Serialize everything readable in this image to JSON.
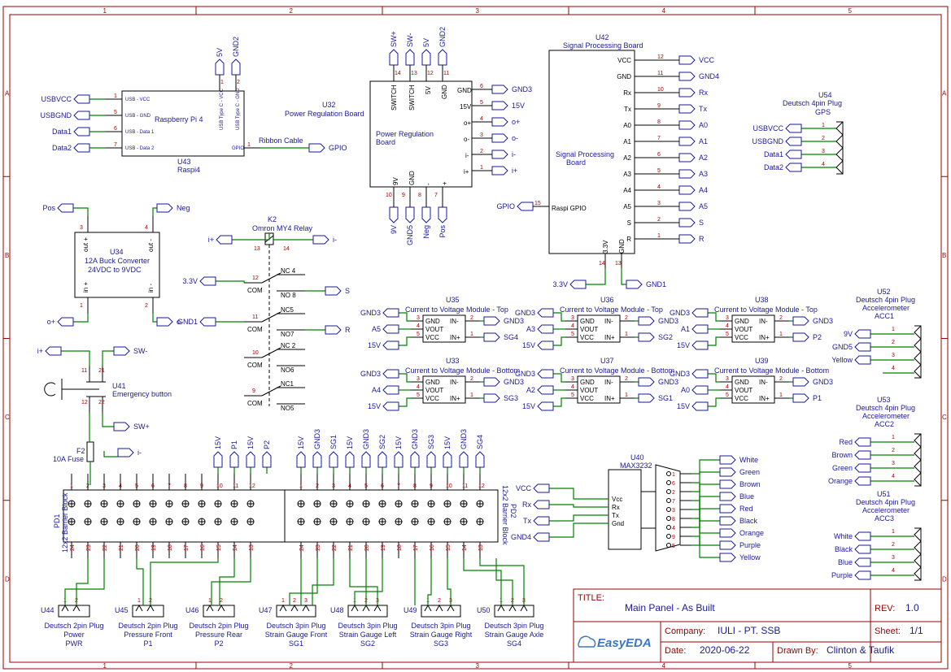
{
  "frame": {
    "col_labels": [
      "1",
      "2",
      "3",
      "4",
      "5"
    ],
    "row_labels": [
      "A",
      "B",
      "C",
      "D"
    ]
  },
  "title_block": {
    "title_label": "TITLE:",
    "title": "Main Panel - As Built",
    "rev_label": "REV:",
    "rev": "1.0",
    "company_label": "Company:",
    "company": "IULI - PT. SSB",
    "sheet_label": "Sheet:",
    "sheet": "1/1",
    "date_label": "Date:",
    "date": "2020-06-22",
    "drawn_label": "Drawn By:",
    "drawn": "Clinton & Taufik",
    "brand": "EasyEDA"
  },
  "components": {
    "u43": {
      "ref": "U43",
      "value": "Raspi4",
      "name": "Raspberry Pi 4",
      "pins_left": [
        "USB - VCC",
        "USB - GND",
        "USB - Data 1",
        "USB - Data 2"
      ],
      "pins_top": [
        "USB Type C - VCC",
        "USB Type C - GND"
      ],
      "gpio": "GPIO",
      "nets_left": [
        "USBVCC",
        "USBGND",
        "Data1",
        "Data2"
      ],
      "nets_top": [
        "5V",
        "GND2"
      ],
      "ribbon": "Ribbon Cable",
      "gpio_net": "GPIO"
    },
    "u32": {
      "ref": "U32",
      "value": "Power Regulation Board",
      "name": "Power Regulation Board",
      "top_pins": [
        "SWITCH",
        "SWITCH",
        "5V",
        "GND"
      ],
      "top_nets": [
        "SW+",
        "SW-",
        "5V",
        "GND2"
      ],
      "right_pins": [
        "GND",
        "15V",
        "o+",
        "o-",
        "i-",
        "i+"
      ],
      "right_nets": [
        "GND3",
        "15V",
        "o+",
        "o-",
        "i-",
        "i+"
      ],
      "bottom_pins": [
        "9V",
        "GND",
        "-",
        "+"
      ],
      "bottom_nets": [
        "9V",
        "GND5",
        "Neg",
        "Pos"
      ]
    },
    "u42": {
      "ref": "U42",
      "value": "Signal Processing Board",
      "name": "Signal Processing Board",
      "right_pins": [
        "VCC",
        "GND",
        "Rx",
        "Tx",
        "A0",
        "A1",
        "A2",
        "A3",
        "A4",
        "A5",
        "S",
        "R"
      ],
      "right_nets": [
        "VCC",
        "GND4",
        "Rx",
        "Tx",
        "A0",
        "A1",
        "A2",
        "A3",
        "A4",
        "A5",
        "S",
        "R"
      ],
      "left_pin": "Raspi GPIO",
      "left_net": "GPIO",
      "bottom_pins": [
        "3.3V",
        "GND"
      ],
      "bottom_nets": [
        "3.3V",
        "GND1"
      ]
    },
    "u54": {
      "ref": "U54",
      "value": "Deutsch 4pin Plug",
      "sub": "GPS",
      "nets": [
        "USBVCC",
        "USBGND",
        "Data1",
        "Data2"
      ]
    },
    "u34": {
      "ref": "U34",
      "value": "12A Buck Converter",
      "sub": "24VDC to 9VDC",
      "pins": [
        "out +",
        "out -",
        "in +",
        "in -"
      ],
      "nets": [
        "Pos",
        "Neg",
        "o+",
        "o-"
      ]
    },
    "k2": {
      "ref": "K2",
      "value": "Omron MY4 Relay",
      "coil": [
        "i+",
        "i-"
      ],
      "contacts": [
        "NC 4",
        "NO 8",
        "NC5",
        "NO7",
        "NC 2",
        "NO6",
        "NC1",
        "NO5"
      ],
      "com": "COM",
      "left_nets": [
        "3.3V",
        "GND1"
      ],
      "right_nets": [
        "S",
        "R"
      ]
    },
    "u41": {
      "ref": "U41",
      "value": "Emergency button",
      "nets": [
        "i+",
        "SW-",
        "SW+"
      ]
    },
    "f2": {
      "ref": "F2",
      "value": "10A Fuse",
      "net": "i-"
    },
    "u52": {
      "ref": "U52",
      "value": "Deutsch 4pin Plug",
      "sub": "Accelerometer",
      "sub2": "ACC1",
      "nets": [
        "9V",
        "GND5",
        "Yellow"
      ]
    },
    "u53": {
      "ref": "U53",
      "value": "Deutsch 4pin Plug",
      "sub": "Accelerometer",
      "sub2": "ACC2",
      "nets": [
        "Red",
        "Brown",
        "Green",
        "Orange"
      ]
    },
    "u51": {
      "ref": "U51",
      "value": "Deutsch 4pin Plug",
      "sub": "Accelerometer",
      "sub2": "ACC3",
      "nets": [
        "White",
        "Black",
        "Blue",
        "Purple"
      ]
    },
    "u40": {
      "ref": "U40",
      "value": "MAX3232",
      "pins": [
        "Vcc",
        "Rx",
        "Tx",
        "Gnd"
      ],
      "nets": [
        "VCC",
        "Rx",
        "Tx",
        "GND4"
      ],
      "colors": [
        "White",
        "Green",
        "Brown",
        "Blue",
        "Red",
        "Black",
        "Orange",
        "Purple",
        "Yellow"
      ]
    },
    "cv": [
      {
        "ref": "U35",
        "value": "Current to Voltage Module - Top",
        "nets_l": [
          "GND3",
          "A5",
          "15V"
        ],
        "net_r1": "GND3",
        "net_r2": "SG4"
      },
      {
        "ref": "U36",
        "value": "Current to Voltage Module - Top",
        "nets_l": [
          "GND3",
          "A3",
          "15V"
        ],
        "net_r1": "GND3",
        "net_r2": "SG2"
      },
      {
        "ref": "U38",
        "value": "Current to Voltage Module - Top",
        "nets_l": [
          "GND3",
          "A1",
          "15V"
        ],
        "net_r1": "GND3",
        "net_r2": "P2"
      },
      {
        "ref": "U33",
        "value": "Current to Voltage Module - Bottom",
        "nets_l": [
          "GND3",
          "A4",
          "15V"
        ],
        "net_r1": "GND3",
        "net_r2": "SG3"
      },
      {
        "ref": "U37",
        "value": "Current to Voltage Module - Bottom",
        "nets_l": [
          "GND3",
          "A2",
          "15V"
        ],
        "net_r1": "GND3",
        "net_r2": "SG1"
      },
      {
        "ref": "U39",
        "value": "Current to Voltage Module - Bottom",
        "nets_l": [
          "GND3",
          "A0",
          "15V"
        ],
        "net_r1": "GND3",
        "net_r2": "P1"
      }
    ],
    "cv_pins": [
      "GND",
      "VOUT",
      "VCC",
      "IN-",
      "IN+"
    ],
    "pd1": {
      "ref": "PD1",
      "value": "12x2 Barrier Block",
      "top_nets": [
        "15V",
        "P1",
        "15V",
        "P2"
      ]
    },
    "pd2": {
      "ref": "PD2",
      "value": "12x2 Barrier Block",
      "top_nets": [
        "15V",
        "GND3",
        "SG1",
        "15V",
        "GND3",
        "SG2",
        "15V",
        "GND3",
        "SG3",
        "15V",
        "GND3",
        "SG4"
      ]
    },
    "plugs": [
      {
        "ref": "U44",
        "value": "Deutsch 2pin Plug",
        "sub": "Power",
        "sub2": "PWR"
      },
      {
        "ref": "U45",
        "value": "Deutsch 2pin Plug",
        "sub": "Pressure Front",
        "sub2": "P1"
      },
      {
        "ref": "U46",
        "value": "Deutsch 2pin Plug",
        "sub": "Pressure Rear",
        "sub2": "P2"
      },
      {
        "ref": "U47",
        "value": "Deutsch 3pin Plug",
        "sub": "Strain Gauge Front",
        "sub2": "SG1"
      },
      {
        "ref": "U48",
        "value": "Deutsch 3pin Plug",
        "sub": "Strain Gauge Left",
        "sub2": "SG2"
      },
      {
        "ref": "U49",
        "value": "Deutsch 3pin Plug",
        "sub": "Strain Gauge Right",
        "sub2": "SG3"
      },
      {
        "ref": "U50",
        "value": "Deutsch 3pin Plug",
        "sub": "Strain Gauge Axle",
        "sub2": "SG4"
      }
    ]
  }
}
